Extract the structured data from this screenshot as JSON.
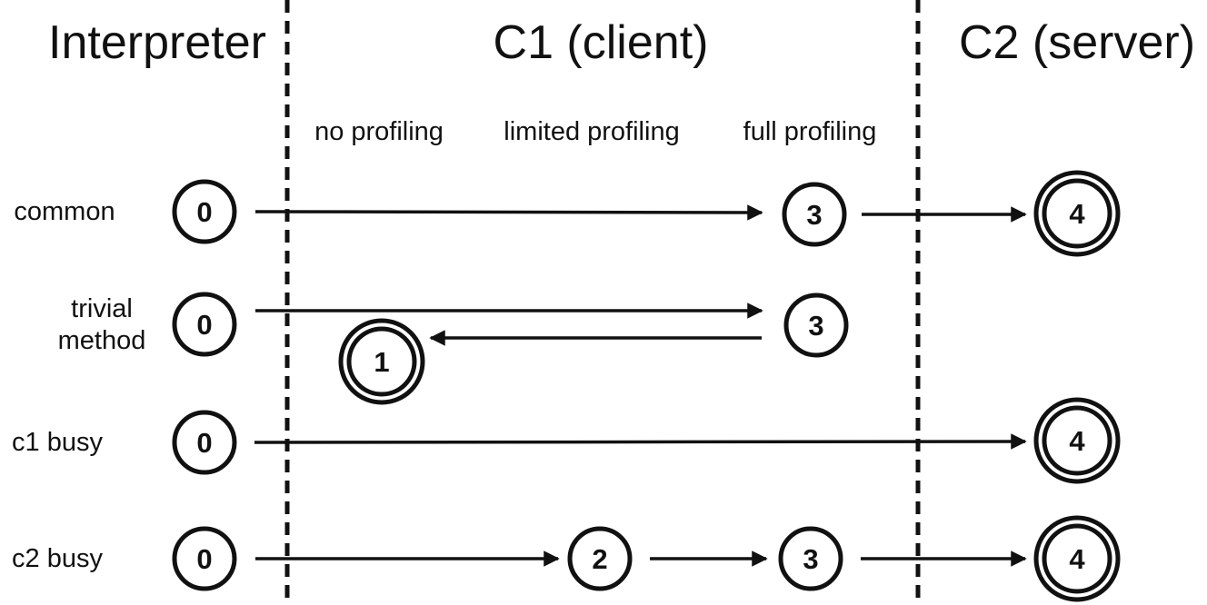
{
  "diagram": {
    "columns": [
      {
        "id": "interpreter",
        "label": "Interpreter"
      },
      {
        "id": "c1",
        "label": "C1 (client)"
      },
      {
        "id": "c2",
        "label": "C2 (server)"
      }
    ],
    "c1_phases": [
      {
        "label": "no profiling"
      },
      {
        "label": "limited profiling"
      },
      {
        "label": "full profiling"
      }
    ],
    "rows": [
      {
        "label_lines": [
          "common"
        ],
        "states": [
          {
            "value": "0",
            "accepting": false
          },
          {
            "value": "3",
            "accepting": false
          },
          {
            "value": "4",
            "accepting": true
          }
        ],
        "transitions": [
          {
            "from": "0",
            "to": "3"
          },
          {
            "from": "3",
            "to": "4"
          }
        ]
      },
      {
        "label_lines": [
          "trivial",
          "method"
        ],
        "states": [
          {
            "value": "0",
            "accepting": false
          },
          {
            "value": "3",
            "accepting": false
          },
          {
            "value": "1",
            "accepting": true
          }
        ],
        "transitions": [
          {
            "from": "0",
            "to": "3"
          },
          {
            "from": "3",
            "to": "1"
          }
        ]
      },
      {
        "label_lines": [
          "c1 busy"
        ],
        "states": [
          {
            "value": "0",
            "accepting": false
          },
          {
            "value": "4",
            "accepting": true
          }
        ],
        "transitions": [
          {
            "from": "0",
            "to": "4"
          }
        ]
      },
      {
        "label_lines": [
          "c2 busy"
        ],
        "states": [
          {
            "value": "0",
            "accepting": false
          },
          {
            "value": "2",
            "accepting": false
          },
          {
            "value": "3",
            "accepting": false
          },
          {
            "value": "4",
            "accepting": true
          }
        ],
        "transitions": [
          {
            "from": "0",
            "to": "2"
          },
          {
            "from": "2",
            "to": "3"
          },
          {
            "from": "3",
            "to": "4"
          }
        ]
      }
    ],
    "colors": {
      "ink": "#111111",
      "background": "#ffffff"
    }
  }
}
